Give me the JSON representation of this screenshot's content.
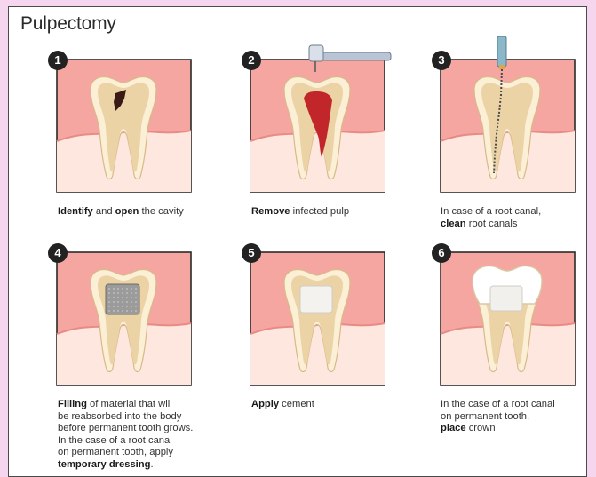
{
  "title": "Pulpectomy",
  "colors": {
    "page_bg": "#f6d6ee",
    "gum": "#f5a6a0",
    "tooth_outline": "#fbefd6",
    "tooth_inner": "#ebd3a6",
    "pulp": "#c0262a",
    "cavity": "#3a1a14",
    "filling": "#9b9b9b"
  },
  "steps": [
    {
      "number": "1",
      "icon": "tooth-with-cavity",
      "caption_parts": [
        {
          "text": "Identify",
          "bold": true
        },
        {
          "text": " and ",
          "bold": false
        },
        {
          "text": "open",
          "bold": true
        },
        {
          "text": " the cavity",
          "bold": false
        }
      ]
    },
    {
      "number": "2",
      "icon": "dental-drill-removing-pulp",
      "caption_parts": [
        {
          "text": "Remove",
          "bold": true
        },
        {
          "text": " infected pulp",
          "bold": false
        }
      ]
    },
    {
      "number": "3",
      "icon": "endodontic-file-cleaning-canal",
      "caption_parts": [
        {
          "text": "In case of a root canal,",
          "bold": false
        },
        {
          "text": "clean",
          "bold": true,
          "newline": true
        },
        {
          "text": " root canals",
          "bold": false
        }
      ]
    },
    {
      "number": "4",
      "icon": "tooth-with-filling",
      "caption_parts": [
        {
          "text": "Filling",
          "bold": true
        },
        {
          "text": " of material that will",
          "bold": false
        },
        {
          "text": "be reabsorbed into the body",
          "bold": false,
          "newline": true
        },
        {
          "text": "before permanent tooth grows.",
          "bold": false,
          "newline": true
        },
        {
          "text": "In the case of a root canal",
          "bold": false,
          "newline": true
        },
        {
          "text": "on permanent tooth, apply",
          "bold": false,
          "newline": true
        },
        {
          "text": "temporary dressing",
          "bold": true,
          "newline": true
        },
        {
          "text": ".",
          "bold": false
        }
      ]
    },
    {
      "number": "5",
      "icon": "tooth-with-cement",
      "caption_parts": [
        {
          "text": "Apply",
          "bold": true
        },
        {
          "text": " cement",
          "bold": false
        }
      ]
    },
    {
      "number": "6",
      "icon": "tooth-with-crown",
      "caption_parts": [
        {
          "text": "In the case of a root canal",
          "bold": false
        },
        {
          "text": "on permanent tooth,",
          "bold": false,
          "newline": true
        },
        {
          "text": "place",
          "bold": true,
          "newline": true
        },
        {
          "text": " crown",
          "bold": false
        }
      ]
    }
  ]
}
